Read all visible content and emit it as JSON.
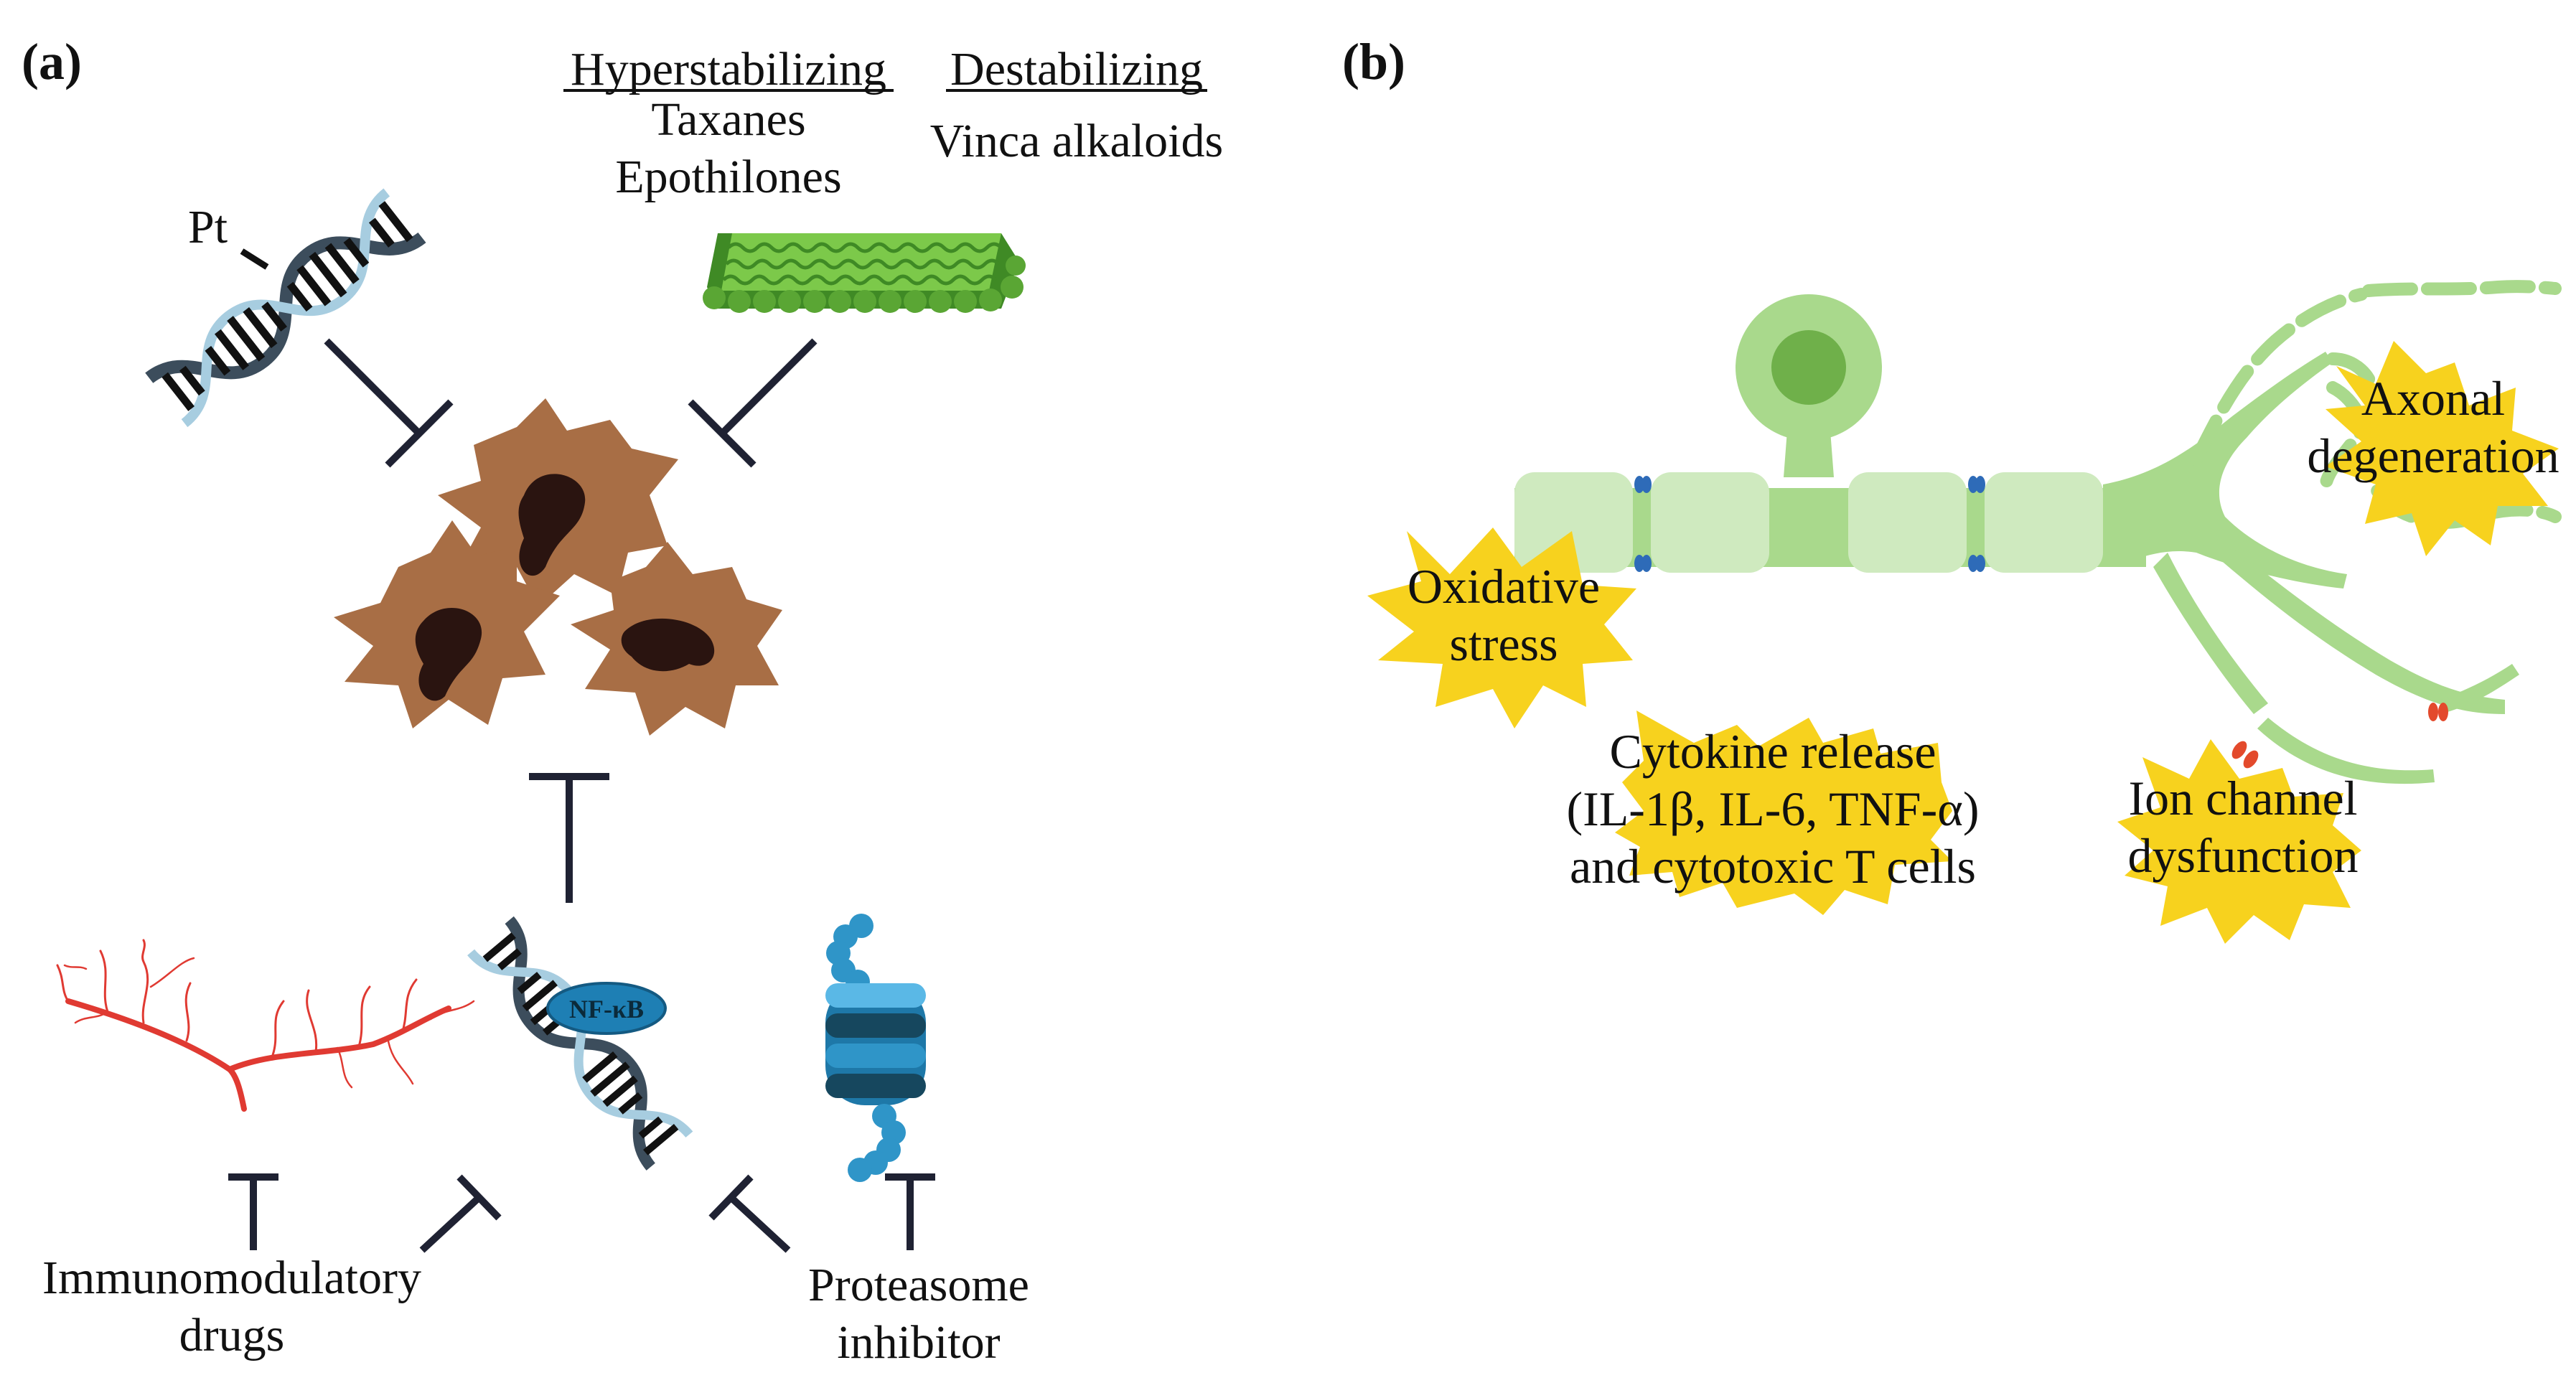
{
  "panel_a": {
    "label": "(a)",
    "platinum_label": "Pt",
    "hyperstabilizing": {
      "heading": "Hyperstabilizing",
      "drugs": [
        "Taxanes",
        "Epothilones"
      ]
    },
    "destabilizing": {
      "heading": "Destabilizing",
      "drugs": [
        "Vinca alkaloids"
      ]
    },
    "nfkb_label": "NF-κB",
    "immunomodulatory": {
      "line1": "Immunomodulatory",
      "line2": "drugs"
    },
    "proteasome": {
      "line1": "Proteasome",
      "line2": "inhibitor"
    }
  },
  "panel_b": {
    "label": "(b)",
    "oxidative": {
      "line1": "Oxidative",
      "line2": "stress"
    },
    "axonal": {
      "line1": "Axonal",
      "line2": "degeneration"
    },
    "cytokine": {
      "line1": "Cytokine release",
      "line2": "(IL-1β, IL-6, TNF-α)",
      "line3": "and cytotoxic T cells"
    },
    "ion_channel": {
      "line1": "Ion channel",
      "line2": "dysfunction"
    }
  },
  "colors": {
    "inhibition_arrow": "#1f2233",
    "tumor_cell": "#a86e45",
    "tumor_nucleus": "#2a1410",
    "microtubule": "#6cbb3c",
    "dna_backbone": "#a7cde0",
    "nfkb": "#1e7fb4",
    "proteasome": "#2f95c8",
    "blood_vessel": "#e03a32",
    "neuron": "#a9d98c",
    "myelin": "#cfeabf",
    "starburst": "#f7d21e",
    "sodium_channel": "#2e6bb8",
    "ion_channel_marker": "#e34a2c"
  },
  "icons": [
    "platinum-dna-icon",
    "microtubule-icon",
    "tumor-cells-icon",
    "nfkb-dna-icon",
    "blood-vessel-icon",
    "proteasome-icon",
    "neuron-icon",
    "starburst-icon"
  ]
}
